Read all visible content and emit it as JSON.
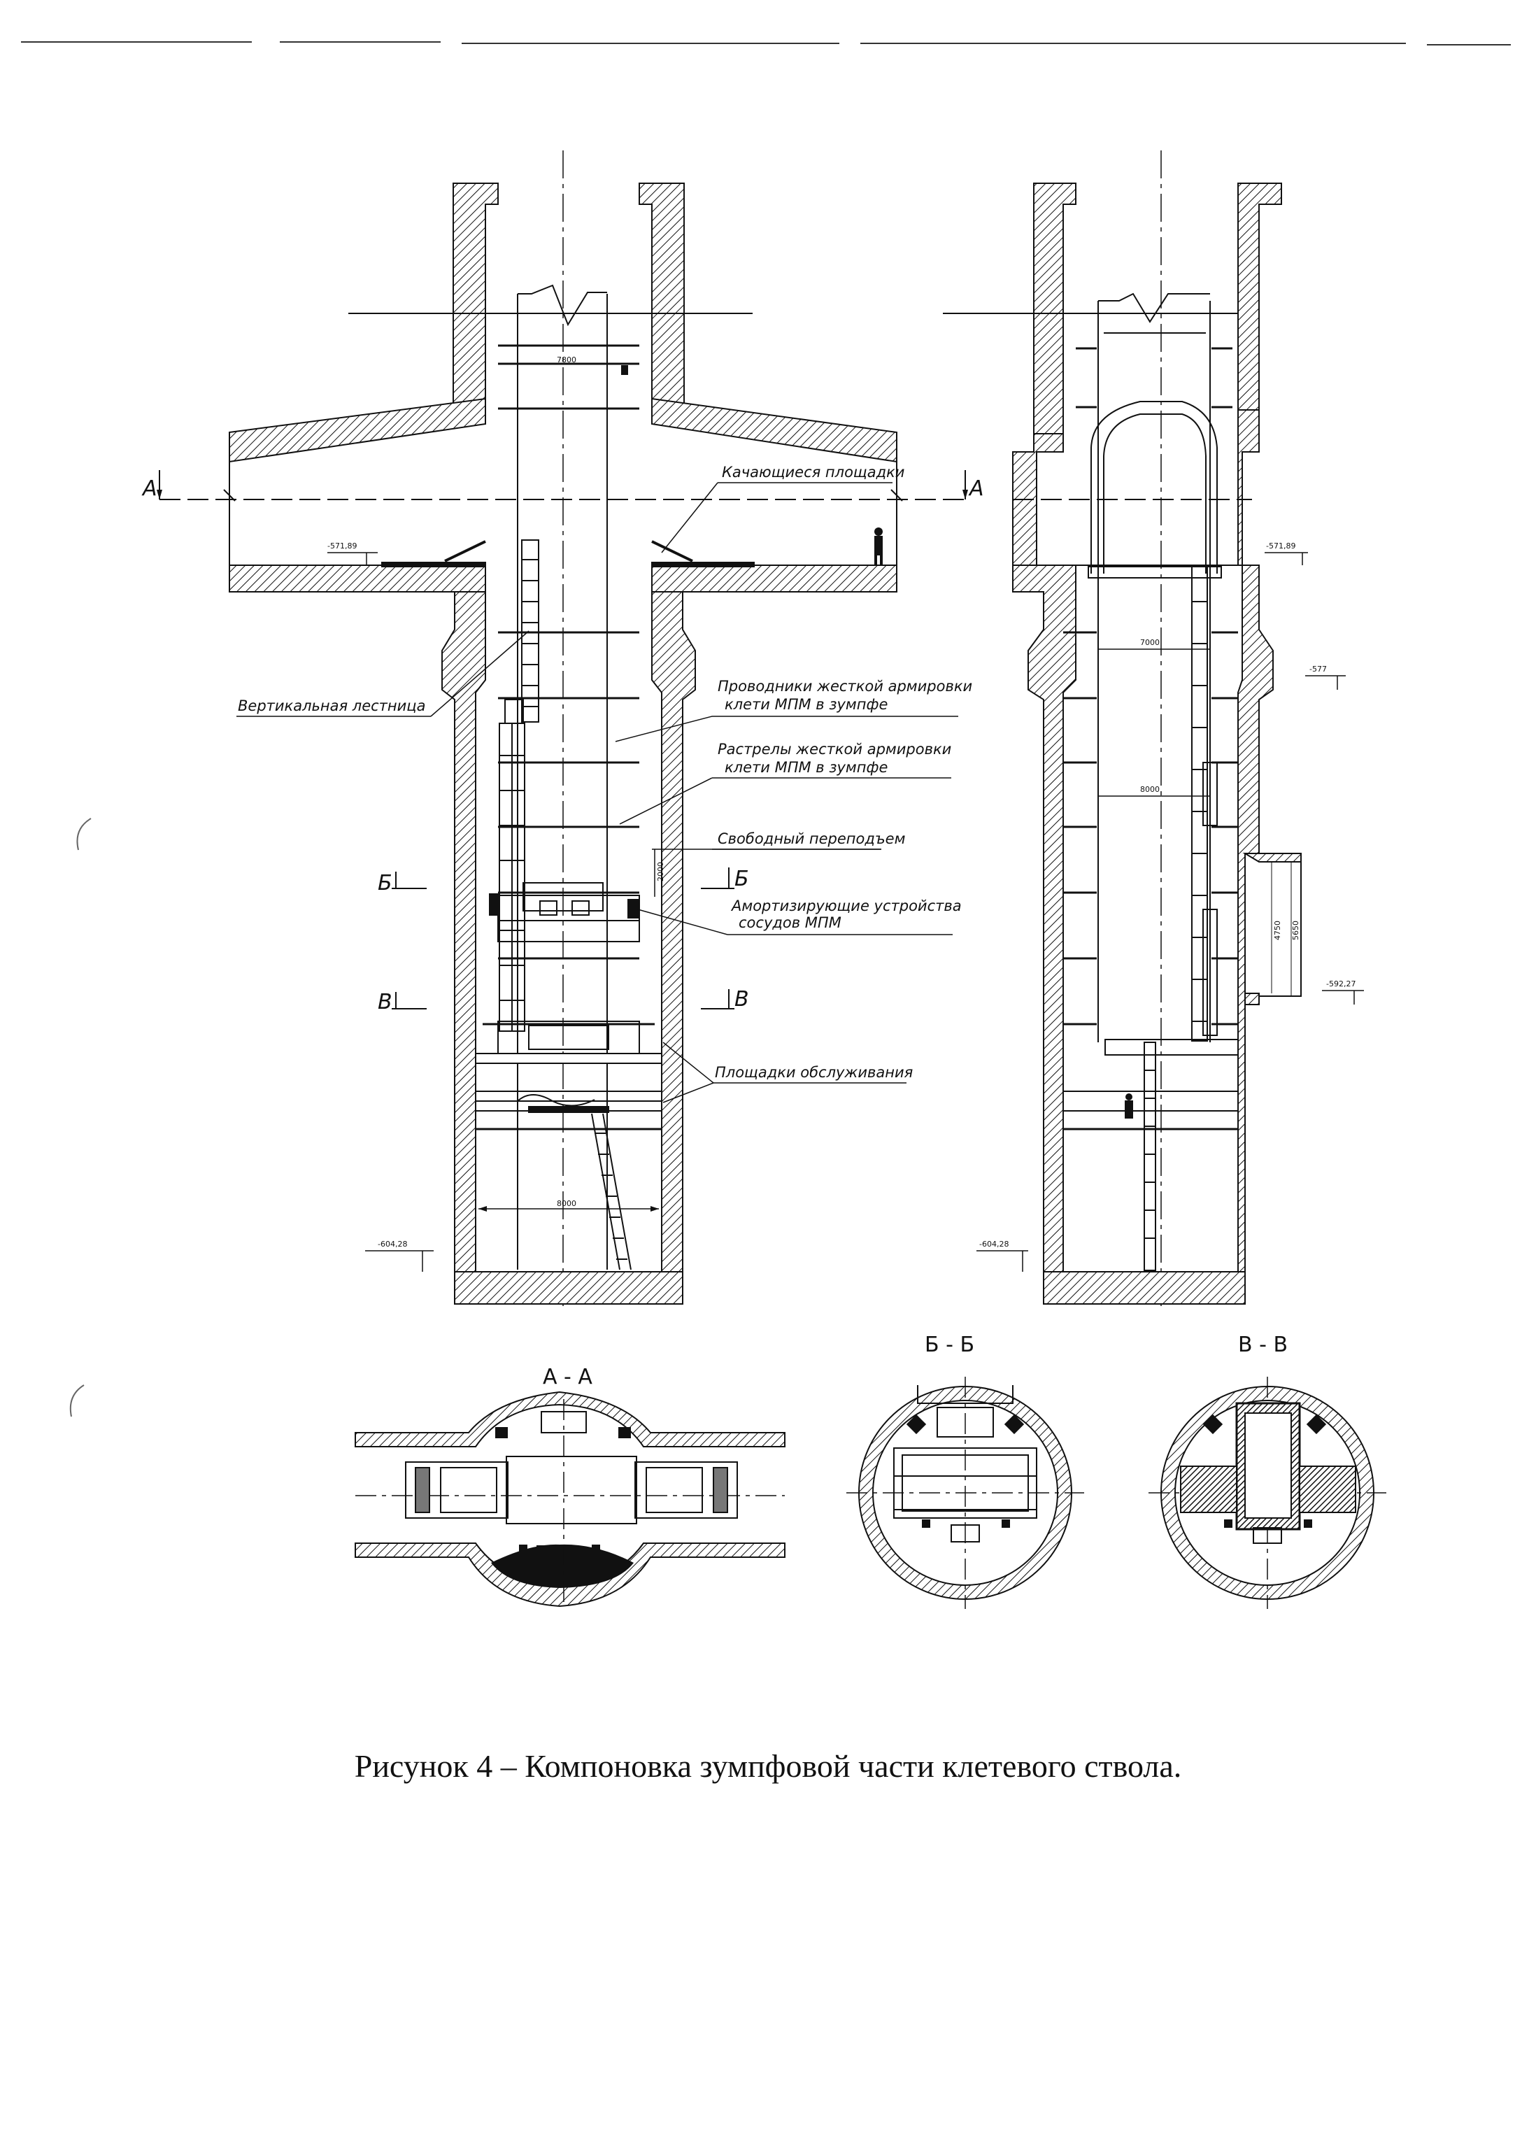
{
  "labels": {
    "swinging_platforms": "Качающиеся площадки",
    "vertical_ladder": "Вертикальная лестница",
    "guides_1": "Проводники жесткой армировки",
    "guides_2": "клети МПМ в зумпфе",
    "buntons_1": "Растрелы жесткой армировки",
    "buntons_2": "клети МПМ в зумпфе",
    "free_overlift": "Свободный переподъем",
    "shock_1": "Амортизирующие устройства",
    "shock_2": "сосудов МПМ",
    "service_platforms": "Площадки обслуживания"
  },
  "marks": {
    "A": "А",
    "B": "Б",
    "V": "В"
  },
  "sections": {
    "aa": "А - А",
    "bb": "Б - Б",
    "vv": "В - В"
  },
  "dims": {
    "d_upper": "7800",
    "d_lower": "8000",
    "d_right_1": "7000",
    "d_right_2": "8000",
    "clearance": "2000",
    "elev_level": "-571,89",
    "elev_left": "-571,89",
    "elev_right": "-571,89",
    "elev_577": "-577",
    "elev_592": "-592,27",
    "elev_bottom_left": "-604,28",
    "elev_bottom_right": "-604,28",
    "niche_1": "4750",
    "niche_2": "5650"
  },
  "caption": "Рисунок 4 – Компоновка зумпфовой части клетевого ствола."
}
